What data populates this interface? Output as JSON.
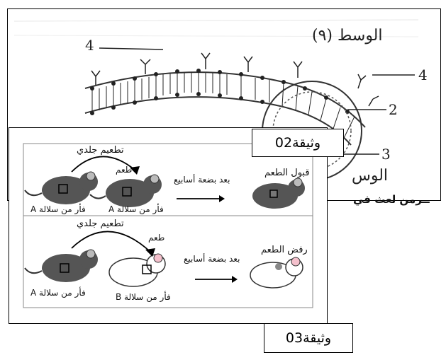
{
  "membrane_figure": {
    "heading": "الوسط (٩)",
    "labels": [
      "4",
      "4",
      "2",
      "3"
    ],
    "partial_heading": "الوس"
  },
  "doc02": {
    "label": "وثيقة02"
  },
  "doc03": {
    "label": "وثيقة03"
  },
  "side_text": "ــرمن لعث في",
  "experiment1": {
    "graft_label": "تطعيم جلدي",
    "graft_word": "طعم",
    "donor": "فأر من سلالة A",
    "recipient": "فأر من سلالة A",
    "time": "بعد بضعة أسابيع",
    "result": "قبول الطعم"
  },
  "experiment2": {
    "graft_label": "تطعيم جلدي",
    "graft_word": "طعم",
    "donor": "فأر من سلالة A",
    "recipient": "فأر من سلالة B",
    "time": "بعد بضعة أسابيع",
    "result": "رفض الطعم"
  }
}
